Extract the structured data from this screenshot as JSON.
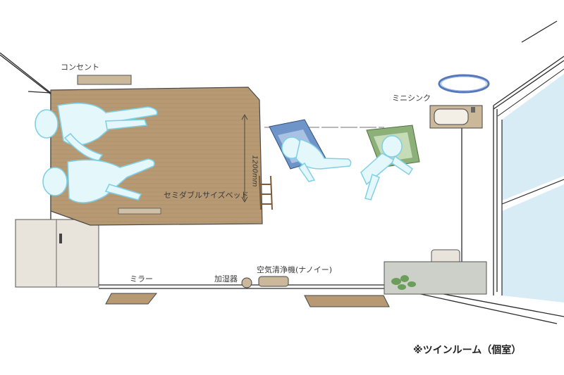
{
  "labels": {
    "outlet": "コンセント",
    "mini_sink": "ミニシンク",
    "bed": "セミダブルサイズベッド",
    "bed_width": "1200mm",
    "mirror": "ミラー",
    "humidifier": "加湿器",
    "air_purifier": "空気清浄機(ナノイー)"
  },
  "caption": "※ツインルーム（個室）",
  "colors": {
    "bed_wood": "#b79a74",
    "person_fill": "#e4f7fb",
    "person_stroke": "#7fd0e6",
    "chair_blue": "#6f94c8",
    "chair_green": "#8db07a",
    "window_blue": "#d8ecf6",
    "lamp_ring": "#5577bb",
    "wall_line": "#2a2a2a"
  },
  "icons": [
    "ceiling-light-icon",
    "plant-icon"
  ]
}
